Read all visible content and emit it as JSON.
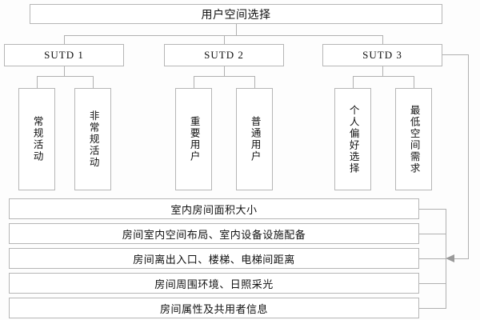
{
  "diagram": {
    "title": "用户空间选择",
    "sutd_nodes": [
      {
        "label": "SUTD 1"
      },
      {
        "label": "SUTD 2"
      },
      {
        "label": "SUTD 3"
      }
    ],
    "leaf_nodes": [
      {
        "label": "常规活动",
        "parent": "SUTD 1"
      },
      {
        "label": "非常规活动",
        "parent": "SUTD 1"
      },
      {
        "label": "重要用户",
        "parent": "SUTD 2"
      },
      {
        "label": "普通用户",
        "parent": "SUTD 2"
      },
      {
        "label": "个人偏好选择",
        "parent": "SUTD 3"
      },
      {
        "label": "最低空间需求",
        "parent": "SUTD 3"
      }
    ],
    "attribute_bars": [
      {
        "label": "室内房间面积大小"
      },
      {
        "label": "房间室内空间布局、室内设备设施配备"
      },
      {
        "label": "房间离出入口、楼梯、电梯间距离"
      },
      {
        "label": "房间周围环境、日照采光"
      },
      {
        "label": "房间属性及共用者信息"
      }
    ],
    "colors": {
      "background": "#fdfdfd",
      "box_fill": "#ffffff",
      "box_border": "#b6b6b6",
      "connector": "#b0b0b0",
      "arrow": "#9a9a9a",
      "text": "#111111"
    }
  }
}
